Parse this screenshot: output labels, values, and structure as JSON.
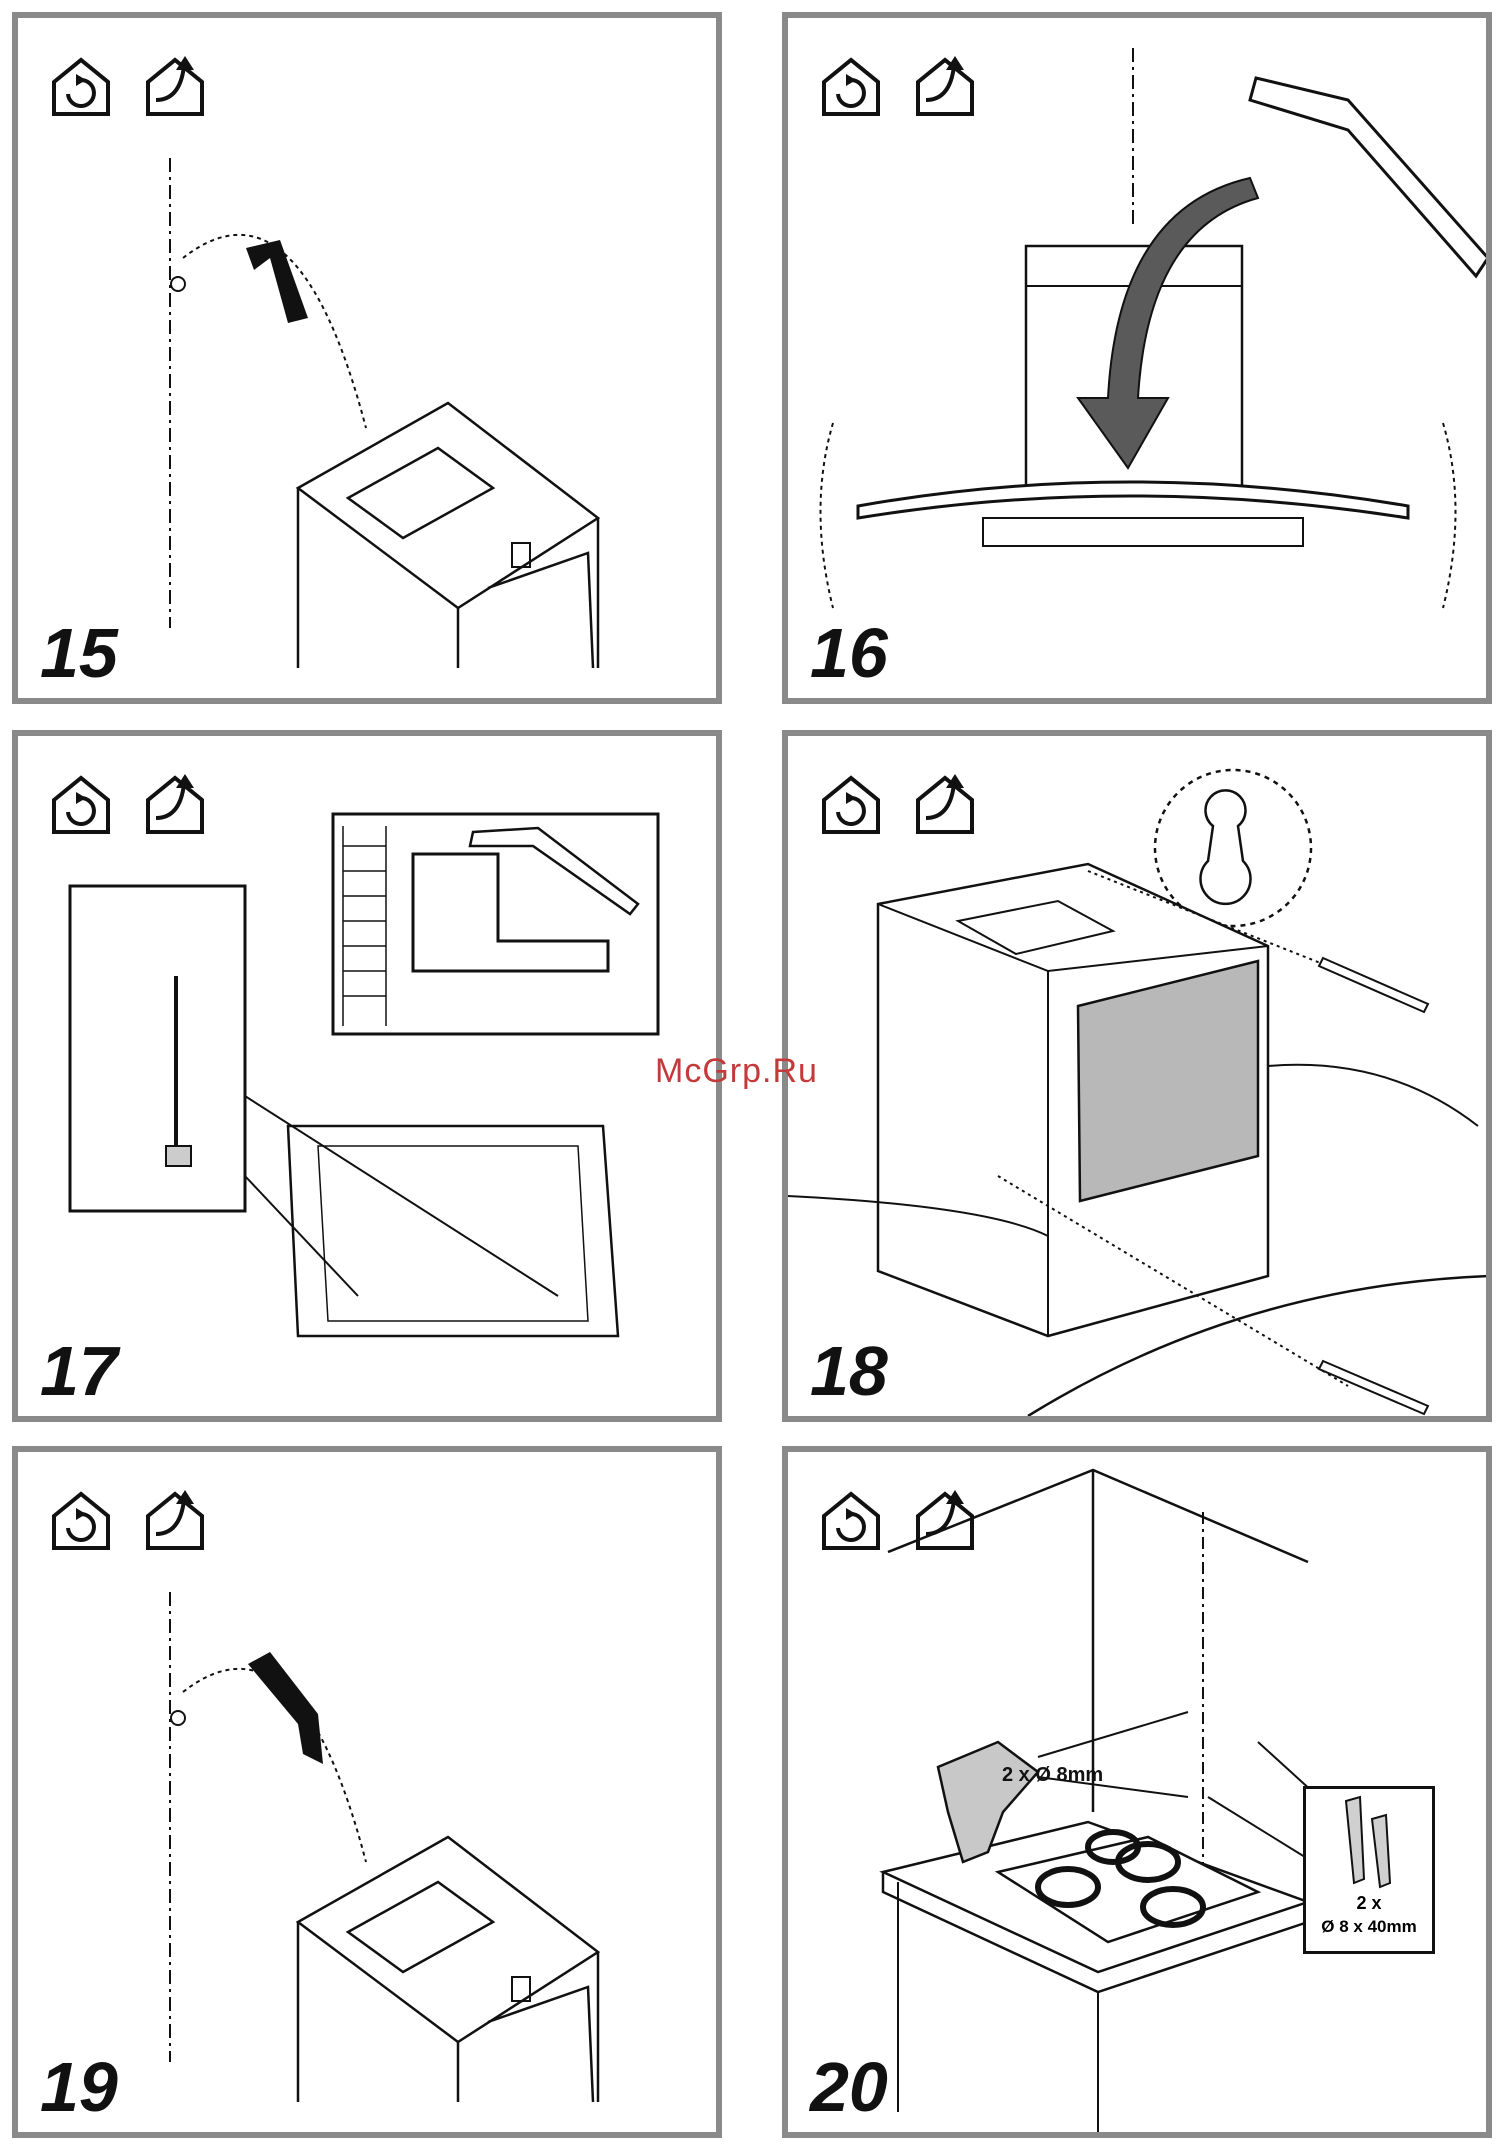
{
  "panels": [
    {
      "step": "15"
    },
    {
      "step": "16"
    },
    {
      "step": "17"
    },
    {
      "step": "18"
    },
    {
      "step": "19"
    },
    {
      "step": "20"
    }
  ],
  "icons": {
    "recirculation": "recirculation-mode-icon",
    "extraction": "extraction-mode-icon"
  },
  "watermark": "McGrp.Ru",
  "step20": {
    "drill_label": "2 x Ø 8mm",
    "plug_count": "2 x",
    "plug_size": "Ø 8 x 40mm"
  }
}
